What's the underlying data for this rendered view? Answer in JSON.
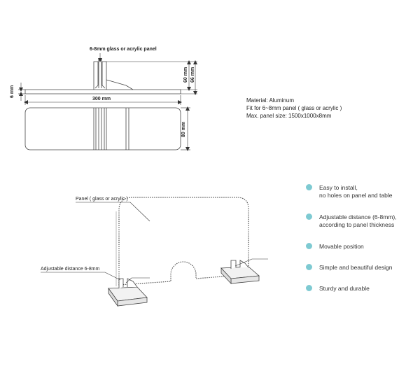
{
  "top_drawing": {
    "panel_label": "6-8mm glass or acrylic panel",
    "width_label": "300 mm",
    "height_60_label": "60 mm",
    "height_66_label": "66 mm",
    "base_thickness_label": "6 mm",
    "depth_label": "80 mm"
  },
  "specs": {
    "material": "Material:  Aluminum",
    "fit": "Fit for 6~8mm panel ( glass or acrylic )",
    "max_size": "Max. panel size: 1500x1000x8mm"
  },
  "illustration": {
    "panel_label": "Panel ( glass or acrylic )",
    "distance_label": "Adjustable distance 6-8mm"
  },
  "features": [
    {
      "lines": [
        "Easy to install,",
        "no holes on panel and table"
      ]
    },
    {
      "lines": [
        "Adjustable distance (6-8mm),",
        "according to panel thickness"
      ]
    },
    {
      "lines": [
        "Movable position"
      ]
    },
    {
      "lines": [
        "Simple and beautiful design"
      ]
    },
    {
      "lines": [
        "Sturdy and durable"
      ]
    }
  ],
  "colors": {
    "bullet": "#7ecad2",
    "line": "#444444"
  }
}
